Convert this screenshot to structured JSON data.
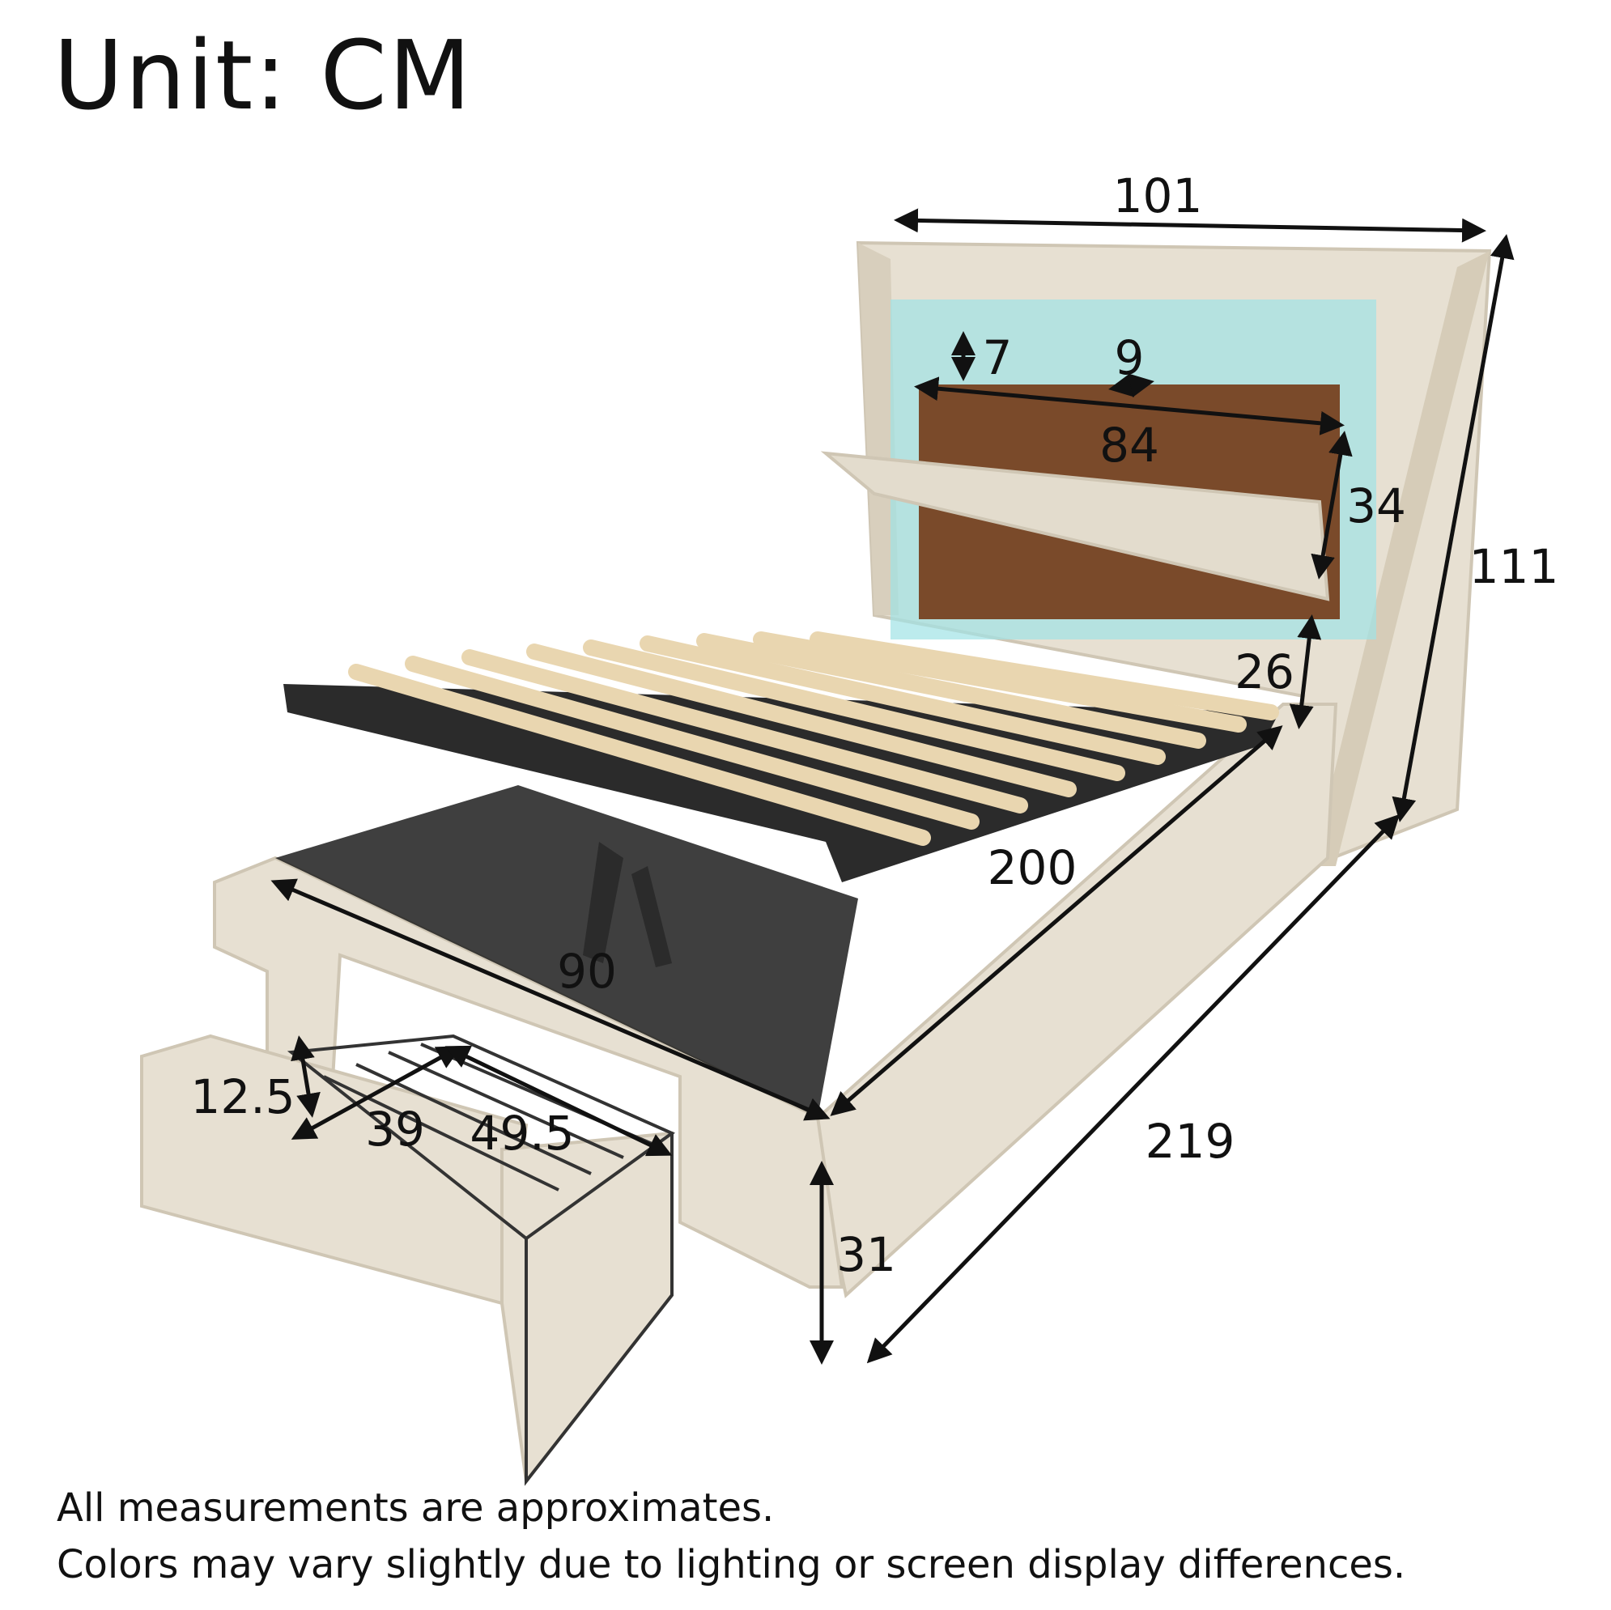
{
  "title": "Unit: CM",
  "dimensions": {
    "headboard_width": "101",
    "total_height": "111",
    "light_height": "7",
    "shelf_depth": "9",
    "shelf_width": "84",
    "shelf_height": "34",
    "clearance_height": "26",
    "mattress_length": "200",
    "mattress_width": "90",
    "total_length": "219",
    "side_height": "31",
    "drawer_height": "12.5",
    "drawer_depth": "39",
    "drawer_width": "49.5"
  },
  "notes": {
    "line1": "All measurements are approximates.",
    "line2": "Colors may vary slightly due to lighting or screen display differences."
  },
  "colors": {
    "fabric": "#e7e0d2",
    "fabric_shadow": "#cfc6b4",
    "wood": "#7a4a2a",
    "led": "#9fe3e6",
    "slat": "#e9d6b0",
    "frame": "#2b2b2b"
  }
}
